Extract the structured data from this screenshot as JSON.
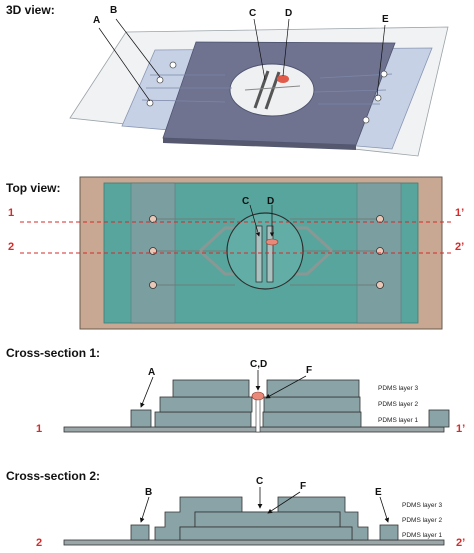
{
  "views": {
    "view_3d": "3D view:",
    "view_top": "Top view:",
    "cross1": "Cross-section 1:",
    "cross2": "Cross-section 2:"
  },
  "labels": {
    "A": "A",
    "B": "B",
    "C": "C",
    "D": "D",
    "E": "E",
    "F": "F",
    "CD": "C,D"
  },
  "section_markers": {
    "one": "1",
    "one_prime": "1’",
    "two": "2",
    "two_prime": "2’"
  },
  "layers": {
    "layer3": "PDMS layer 3",
    "layer2": "PDMS layer 2",
    "layer1": "PDMS layer 1"
  },
  "colors": {
    "pdms": "#7f9aa0",
    "membrane": "#55a79f",
    "base_brown": "#c8a892",
    "section_red": "#d42a2a",
    "droplet": "#e9897a"
  }
}
